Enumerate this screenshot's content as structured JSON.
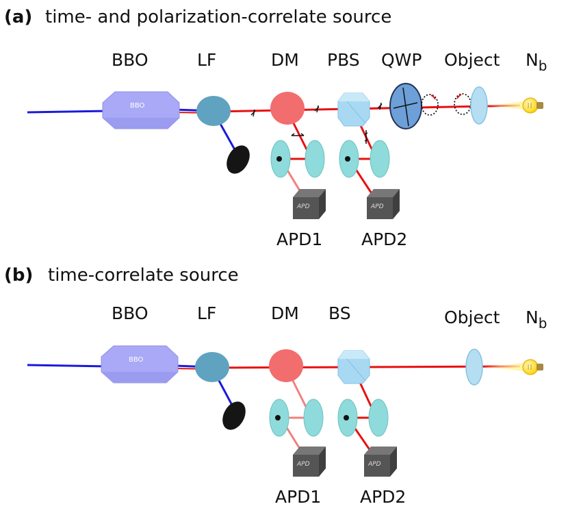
{
  "panels": [
    {
      "tag": "(a)",
      "title": "time- and polarization-correlate source",
      "labels": {
        "crystal": "BBO",
        "filter": "LF",
        "mirror": "DM",
        "splitter": "PBS",
        "waveplate": "QWP",
        "object": "Object",
        "noise": "N",
        "noise_sub": "b",
        "det1": "APD1",
        "det2": "APD2"
      },
      "crystal_face_text": "BBO",
      "apd_face_text": "APD"
    },
    {
      "tag": "(b)",
      "title": "time-correlate source",
      "labels": {
        "crystal": "BBO",
        "filter": "LF",
        "mirror": "DM",
        "splitter": "BS",
        "object": "Object",
        "noise": "N",
        "noise_sub": "b",
        "det1": "APD1",
        "det2": "APD2"
      },
      "crystal_face_text": "BBO",
      "apd_face_text": "APD"
    }
  ],
  "colors": {
    "pump": "#1a1adc",
    "signal": "#e81010",
    "detector_path": "#f08080",
    "crystal": "#a9a9f7",
    "filter": "#5fa3c0",
    "dichroic": "#f26d6d",
    "cube": "#a9d9f2",
    "waveplate": "#6d9fd8",
    "lens": "#8fdada",
    "object": "#b5def2",
    "bulb": "#ffe100",
    "apd": "#555555",
    "dump": "#151515"
  }
}
